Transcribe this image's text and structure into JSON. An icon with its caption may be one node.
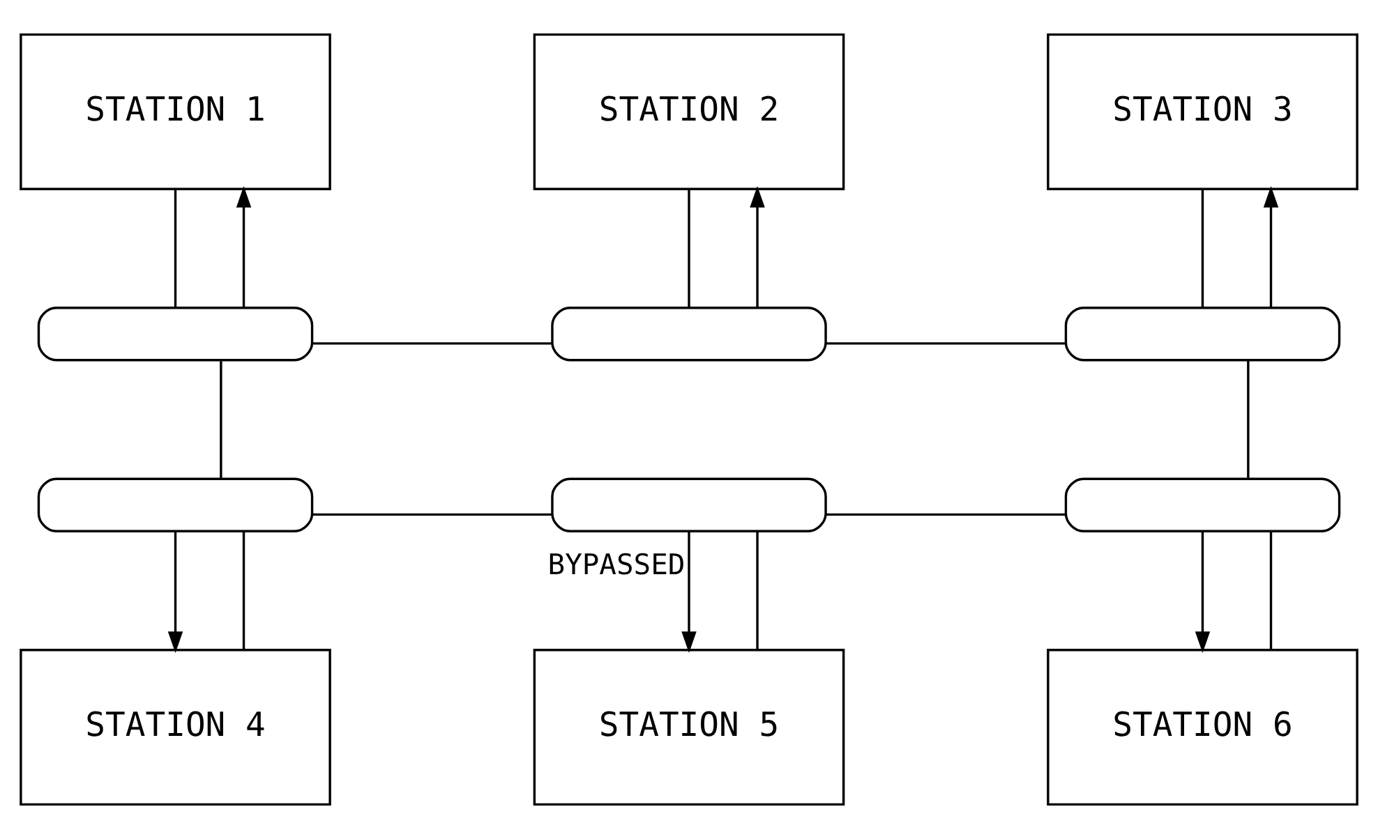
{
  "diagram": {
    "nodes": [
      {
        "text": [
          "STATION 1"
        ]
      },
      {
        "text": [
          "STATION 2"
        ]
      },
      {
        "text": [
          "STATION 3"
        ]
      },
      {
        "text": [],
        "shape": "capsule"
      },
      {
        "text": [],
        "shape": "capsule"
      },
      {
        "text": [],
        "shape": "capsule"
      },
      {
        "text": [],
        "shape": "capsule"
      },
      {
        "text": [],
        "shape": "capsule"
      },
      {
        "text": [],
        "shape": "capsule"
      },
      {
        "text": [
          "STATION 4"
        ]
      },
      {
        "text": [
          "STATION 5"
        ]
      },
      {
        "text": [
          "STATION 6"
        ]
      }
    ],
    "edges": [
      {
        "from": 0,
        "to": 3,
        "arrow": "none"
      },
      {
        "from": 3,
        "to": 4,
        "arrow": "none"
      },
      {
        "from": 4,
        "to": 1,
        "arrow": "to"
      },
      {
        "from": 1,
        "to": 4,
        "arrow": "none"
      },
      {
        "from": 4,
        "to": 5,
        "arrow": "none"
      },
      {
        "from": 5,
        "to": 2,
        "arrow": "to"
      },
      {
        "from": 2,
        "to": 5,
        "arrow": "none"
      },
      {
        "from": 5,
        "to": 8,
        "arrow": "none"
      },
      {
        "from": 8,
        "to": 11,
        "arrow": "to"
      },
      {
        "from": 11,
        "to": 8,
        "arrow": "none"
      },
      {
        "from": 8,
        "to": 7,
        "arrow": "none"
      },
      {
        "from": 7,
        "to": 6,
        "arrow": "none"
      },
      {
        "from": 6,
        "to": 9,
        "arrow": "to"
      },
      {
        "from": 9,
        "to": 6,
        "arrow": "none"
      },
      {
        "from": 6,
        "to": 3,
        "arrow": "none"
      },
      {
        "from": 3,
        "to": 0,
        "arrow": "to"
      },
      {
        "from": 10,
        "to": 7,
        "arrow": "none"
      },
      {
        "from": 7,
        "to": 10,
        "arrow": "to",
        "label": "BYPASSED"
      }
    ]
  }
}
